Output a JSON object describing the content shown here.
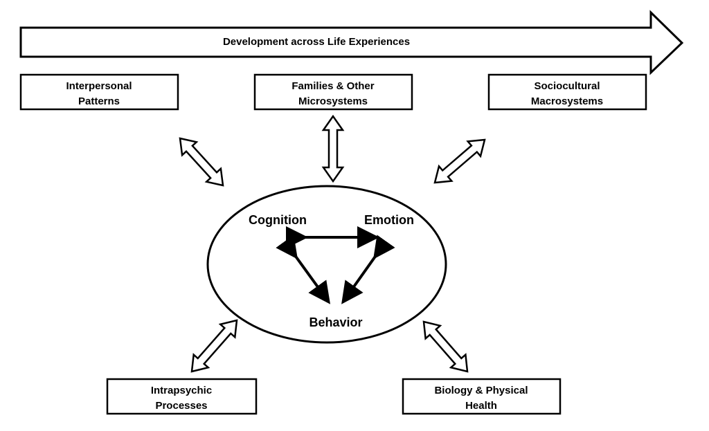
{
  "banner": {
    "label": "Development across Life Experiences"
  },
  "boxes": {
    "interpersonal": {
      "line1": "Interpersonal",
      "line2": "Patterns"
    },
    "families": {
      "line1": "Families & Other",
      "line2": "Microsystems"
    },
    "sociocultural": {
      "line1": "Sociocultural",
      "line2": "Macrosystems"
    },
    "intrapsychic": {
      "line1": "Intrapsychic",
      "line2": "Processes"
    },
    "biology": {
      "line1": "Biology & Physical",
      "line2": "Health"
    }
  },
  "core": {
    "cognition": "Cognition",
    "emotion": "Emotion",
    "behavior": "Behavior"
  }
}
